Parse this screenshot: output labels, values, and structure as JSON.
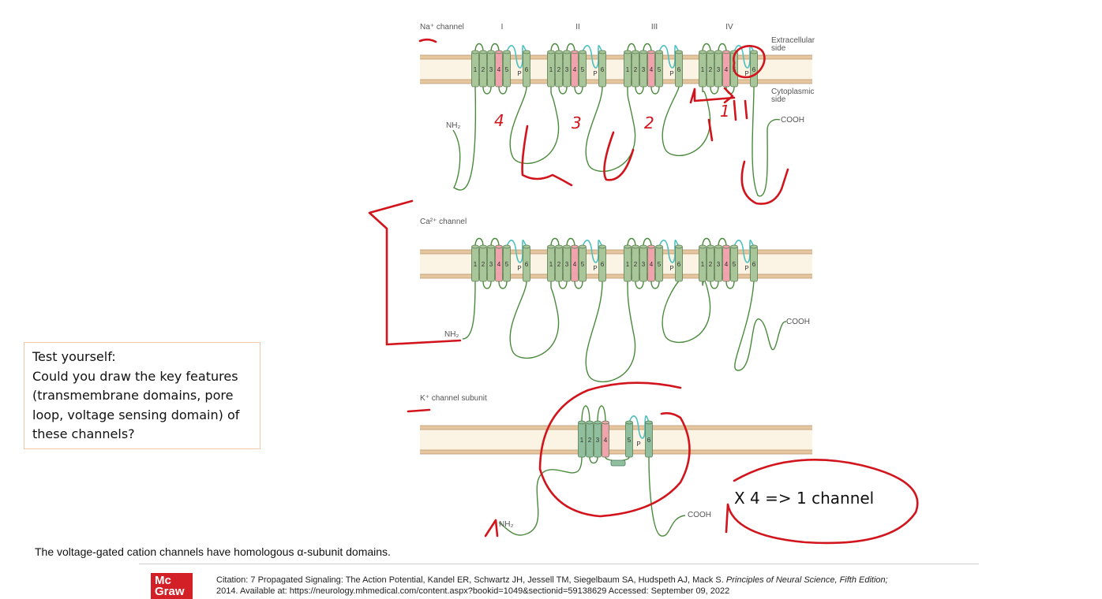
{
  "diagram": {
    "na_channel": {
      "title": "Na⁺ channel",
      "domains": [
        "I",
        "II",
        "III",
        "IV"
      ],
      "n_terminus": "NH₂",
      "c_terminus": "COOH"
    },
    "ca_channel": {
      "title": "Ca²⁺ channel",
      "n_terminus": "NH₂",
      "c_terminus": "COOH"
    },
    "k_channel": {
      "title": "K⁺ channel subunit",
      "n_terminus": "NH₂",
      "c_terminus": "COOH"
    },
    "side_labels": {
      "extracellular_1": "Extracellular",
      "extracellular_2": "side",
      "cytoplasmic_1": "Cytoplasmic",
      "cytoplasmic_2": "side"
    },
    "segment_labels": [
      "1",
      "2",
      "3",
      "4",
      "5",
      "6"
    ],
    "pore_label": "P",
    "annotations": {
      "handwritten_numbers": [
        "4",
        "3",
        "2",
        "1"
      ],
      "multiplier_note": "X 4 => 1 channel"
    },
    "colors": {
      "helix": "#a9c69a",
      "voltage_sensor": "#f0a3ad",
      "pore_loop": "#4fc0c0",
      "chain": "#4a8a3c",
      "k_helix": "#8fbf9e",
      "membrane_inner": "#fbf3e4",
      "membrane_band": "#e6c6a0",
      "ink": "#d2141c"
    }
  },
  "test_box": {
    "lines": [
      "Test yourself:",
      "Could you draw the key features",
      "(transmembrane domains, pore",
      "loop, voltage sensing domain) of",
      "these channels?"
    ]
  },
  "caption": "The voltage-gated cation channels have homologous α-subunit domains.",
  "footer": {
    "logo_line1": "Mc",
    "logo_line2": "Graw",
    "citation_line1_prefix": "Citation: 7 Propagated Signaling: The Action Potential, Kandel ER, Schwartz JH, Jessell TM, Siegelbaum SA, Hudspeth AJ, Mack S.",
    "citation_title": "Principles of Neural Science, Fifth Edition;",
    "citation_line2": "2014. Available at: https://neurology.mhmedical.com/content.aspx?bookid=1049&sectionid=59138629 Accessed: September 09, 2022"
  }
}
